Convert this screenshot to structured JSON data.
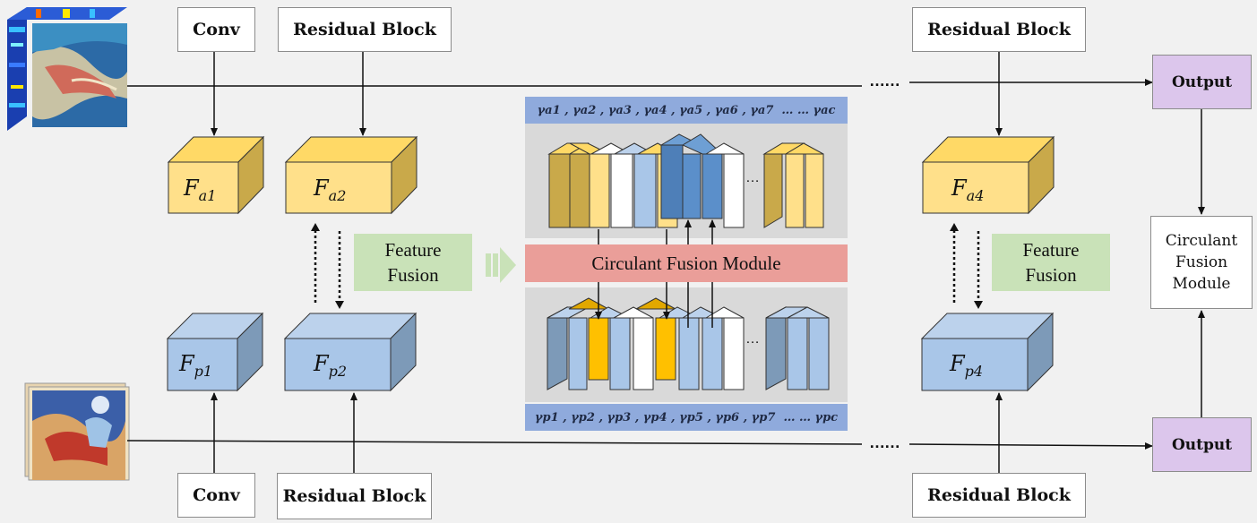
{
  "labels": {
    "conv_top": "Conv",
    "conv_bottom": "Conv",
    "residual_top_left": "Residual Block",
    "residual_top_right": "Residual Block",
    "residual_bottom_left": "Residual Block",
    "residual_bottom_right": "Residual Block",
    "output_top": "Output",
    "output_bottom": "Output",
    "cfm_right": [
      "Circulant",
      "Fusion",
      "Module"
    ],
    "feature_fusion_left": [
      "Feature",
      "Fusion"
    ],
    "feature_fusion_right": [
      "Feature",
      "Fusion"
    ],
    "cfm_bar": "Circulant Fusion Module",
    "gamma_a": "γa1 , γa2 , γa3 , γa4 , γa5 , γa6 , γa7  … … γac",
    "gamma_p": "γp1 , γp2 , γp3 , γp4 , γp5 , γp6 , γp7  … … γpc",
    "ellipsis_small": "…",
    "dotted_top": "……",
    "dotted_bottom": "……"
  },
  "features": {
    "fa1": {
      "base": "F",
      "sub": "a1"
    },
    "fa2": {
      "base": "F",
      "sub": "a2"
    },
    "fa4": {
      "base": "F",
      "sub": "a4"
    },
    "fp1": {
      "base": "F",
      "sub": "p1"
    },
    "fp2": {
      "base": "F",
      "sub": "p2"
    },
    "fp4": {
      "base": "F",
      "sub": "p4"
    }
  },
  "colors": {
    "yellow_front": "#ffe08a",
    "yellow_side": "#c9a94a",
    "yellow_top": "#ffd966",
    "blue_front": "#a9c6e8",
    "blue_side": "#7d9ab8",
    "blue_top": "#bcd2ec",
    "dark_blue": "#5b8fca",
    "gold": "#ffc000",
    "output": "#dcc6ec",
    "green": "#c9e2b8",
    "cfm_red": "#ea9e99",
    "gamma_blue": "#8faadc",
    "panel_grey": "#d9d9d9"
  }
}
